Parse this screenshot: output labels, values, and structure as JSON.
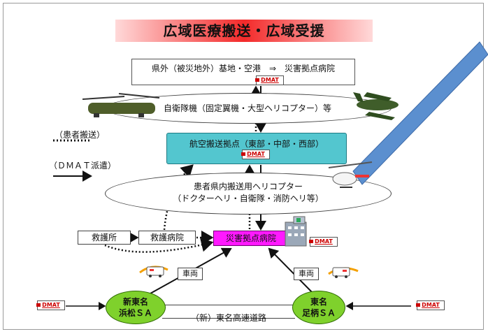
{
  "title": "広域医療搬送・広域受援",
  "nodes": {
    "outside": "県外（被災地外）基地・空港　⇒　災害拠点病院",
    "sdf": "自衛隊機（固定翼機・大型ヘリコプター）等",
    "air_base": "航空搬送拠点（東部・中部・西部）",
    "heli_line1": "患者県内搬送用ヘリコプター",
    "heli_line2": "（ドクターヘリ・自衛隊・消防ヘリ等）",
    "rescue": "救護所",
    "clinic": "救護病院",
    "disaster_hospital": "災害拠点病院",
    "vehicle_left": "車両",
    "vehicle_right": "車両",
    "sa_left_line1": "新東名",
    "sa_left_line2": "浜松ＳＡ",
    "sa_right_line1": "東名",
    "sa_right_line2": "足柄ＳＡ",
    "expressway": "（新）東名高速道路"
  },
  "legend": {
    "patient": "（患者搬送）",
    "dmat": "（ＤＭＡＴ派遣）"
  },
  "dmat_badge": "DMAT",
  "colors": {
    "title_red": "#f32a2a",
    "air_base": "#53c6cf",
    "hospital": "#ff19ff",
    "sa_green": "#7fd12c",
    "beam_blue": "#5b8fcf"
  }
}
